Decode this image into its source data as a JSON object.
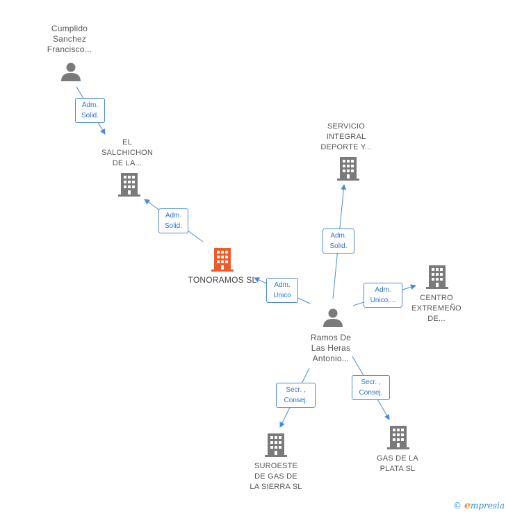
{
  "colors": {
    "edge": "#4a8ad8",
    "company": "#7a7a7a",
    "company_main": "#f05a28",
    "person": "#7a7a7a"
  },
  "nodes": {
    "person_cumplido": {
      "label": "Cumplido\nSanchez\nFrancisco...",
      "icon": "person-icon"
    },
    "company_salchichon": {
      "label": "EL\nSALCHICHON\nDE LA...",
      "icon": "building-icon"
    },
    "company_tonoramos": {
      "label": "TONORAMOS SL",
      "icon": "building-icon"
    },
    "company_servicio": {
      "label": "SERVICIO\nINTEGRAL\nDEPORTE Y...",
      "icon": "building-icon"
    },
    "company_centro": {
      "label": "CENTRO\nEXTREMEÑO\nDE...",
      "icon": "building-icon"
    },
    "person_ramos": {
      "label": "Ramos De\nLas Heras\nAntonio...",
      "icon": "person-icon"
    },
    "company_suroeste": {
      "label": "SUROESTE\nDE GAS DE\nLA SIERRA SL",
      "icon": "building-icon"
    },
    "company_gasplata": {
      "label": "GAS DE LA\nPLATA SL",
      "icon": "building-icon"
    }
  },
  "edges": {
    "cumplido_salchichon": "Adm.\nSolid.",
    "tonoramos_salchichon": "Adm.\nSolid.",
    "ramos_tonoramos": "Adm.\nUnico",
    "ramos_servicio": "Adm.\nSolid.",
    "ramos_centro": "Adm.\nUnico,...",
    "ramos_suroeste": "Secr. ,\nConsej.",
    "ramos_gasplata": "Secr. ,\nConsej."
  },
  "footer": {
    "copyright": "©",
    "brand_initial": "e",
    "brand_rest": "mpresia"
  }
}
